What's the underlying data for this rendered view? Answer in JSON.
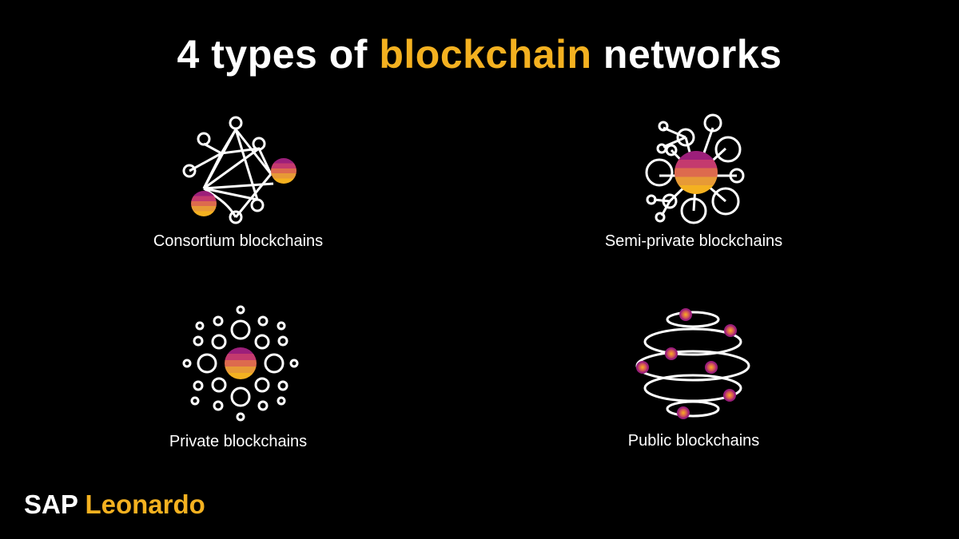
{
  "title": {
    "prefix": "4 types of ",
    "highlight": "blockchain",
    "suffix": " networks"
  },
  "cards": [
    {
      "label": "Consortium blockchains",
      "icon": "consortium-network-icon"
    },
    {
      "label": "Semi-private blockchains",
      "icon": "semi-private-network-icon"
    },
    {
      "label": "Private blockchains",
      "icon": "private-network-icon"
    },
    {
      "label": "Public blockchains",
      "icon": "public-network-icon"
    }
  ],
  "brand": {
    "name": "SAP",
    "product": "Leonardo"
  },
  "colors": {
    "background": "#000000",
    "text": "#ffffff",
    "accent": "#F4B120",
    "node_stripes": [
      "#9C1F7A",
      "#C43A6E",
      "#DD6A4E",
      "#E79A36",
      "#F4B120"
    ]
  }
}
